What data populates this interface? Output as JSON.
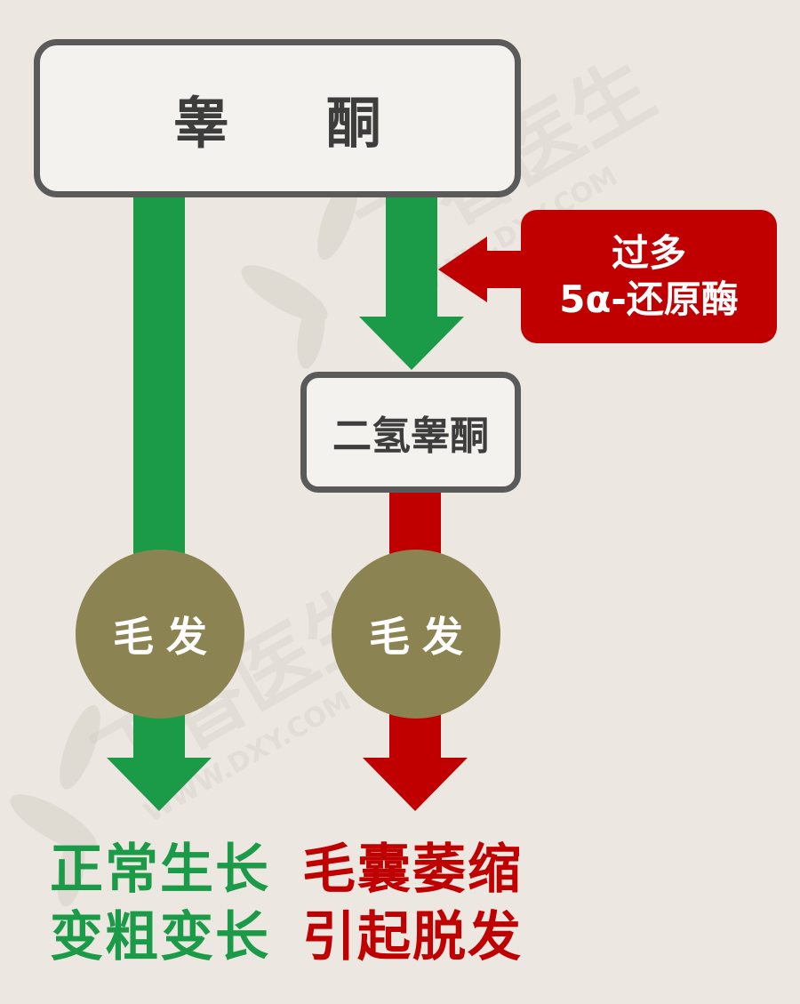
{
  "nodes": {
    "testosterone": "睾 酮",
    "dht": "二氢睾酮",
    "hair_left": "毛发",
    "hair_right": "毛发"
  },
  "enzyme": {
    "line1": "过多",
    "line2": "5α-还原酶"
  },
  "outcomes": {
    "left_line1": "正常生长",
    "left_line2": "变粗变长",
    "right_line1": "毛囊萎缩",
    "right_line2": "引起脱发"
  },
  "watermark": {
    "brand": "丁香医生",
    "url": "WWW.DXY.COM"
  },
  "colors": {
    "background": "#ece8e1",
    "green": "#1b9a48",
    "red": "#c00000",
    "hair_circle": "#8b8352",
    "box_border": "#5a5a5a"
  }
}
